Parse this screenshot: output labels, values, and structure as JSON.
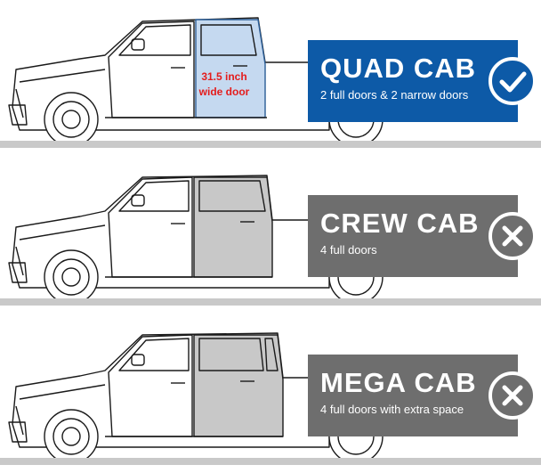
{
  "panels": [
    {
      "title": "QUAD CAB",
      "subtitle": "2 full doors & 2 narrow doors",
      "note_line1": "31.5 inch",
      "note_line2": "wide door",
      "status": "check-icon",
      "box_color": "#0d5aa7",
      "rear_door_fill": "#c5d9f0"
    },
    {
      "title": "CREW CAB",
      "subtitle": "4 full doors",
      "status": "cross-icon",
      "box_color": "#6e6e6e",
      "rear_door_fill": "#c8c8c8"
    },
    {
      "title": "MEGA CAB",
      "subtitle": "4 full doors with extra space",
      "status": "cross-icon",
      "box_color": "#6e6e6e",
      "rear_door_fill": "#c8c8c8"
    }
  ]
}
